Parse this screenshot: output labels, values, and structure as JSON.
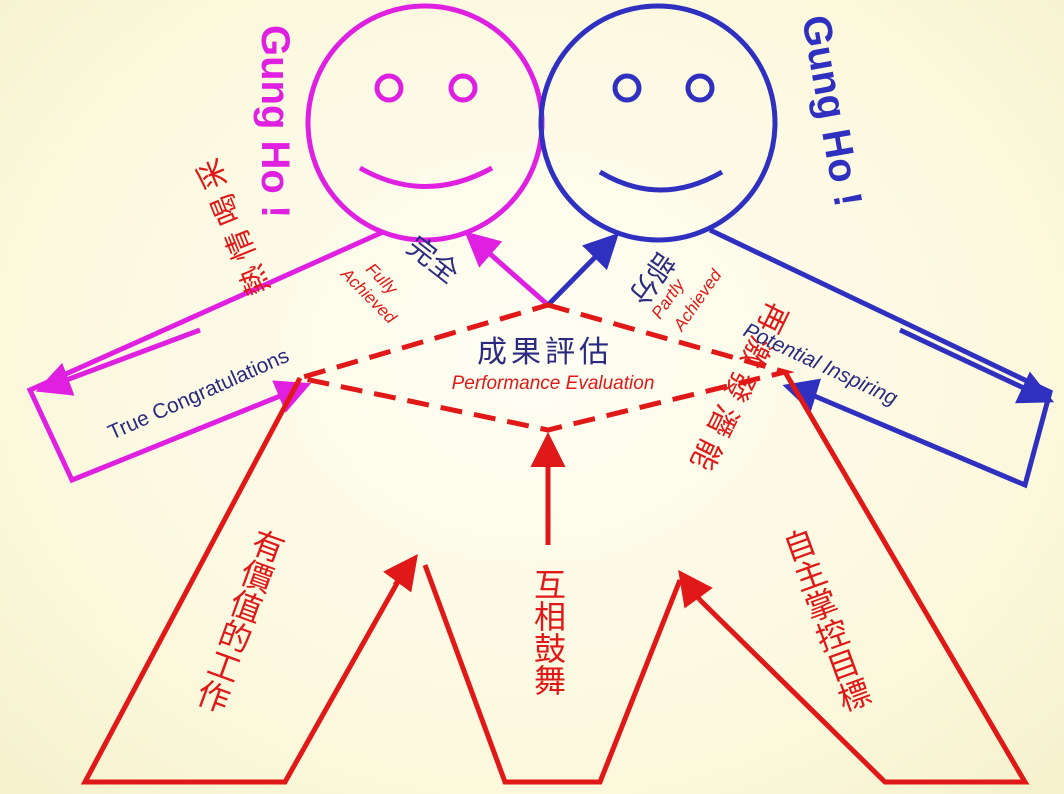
{
  "left_figure": {
    "gung_ho": "Gung Ho !",
    "achievement_zh": "完全",
    "achievement_en_1": "Fully",
    "achievement_en_2": "Achieved",
    "feedback_zh": "熱情喝采",
    "feedback_en": "True Congratulations",
    "color": "#e020e0"
  },
  "right_figure": {
    "gung_ho": "Gung Ho !",
    "achievement_zh": "部分",
    "achievement_en_1": "Partly",
    "achievement_en_2": "Achieved",
    "feedback_zh": "再激發潛能",
    "feedback_en": "Potential Inspiring",
    "color": "#3030c0"
  },
  "center": {
    "title_zh": "成果評估",
    "title_en": "Performance Evaluation",
    "title_color": "#2a2a80",
    "color": "#e01818"
  },
  "legs": {
    "left": "有價值的工作",
    "middle": "互相鼓舞",
    "right": "自主掌控目標"
  }
}
